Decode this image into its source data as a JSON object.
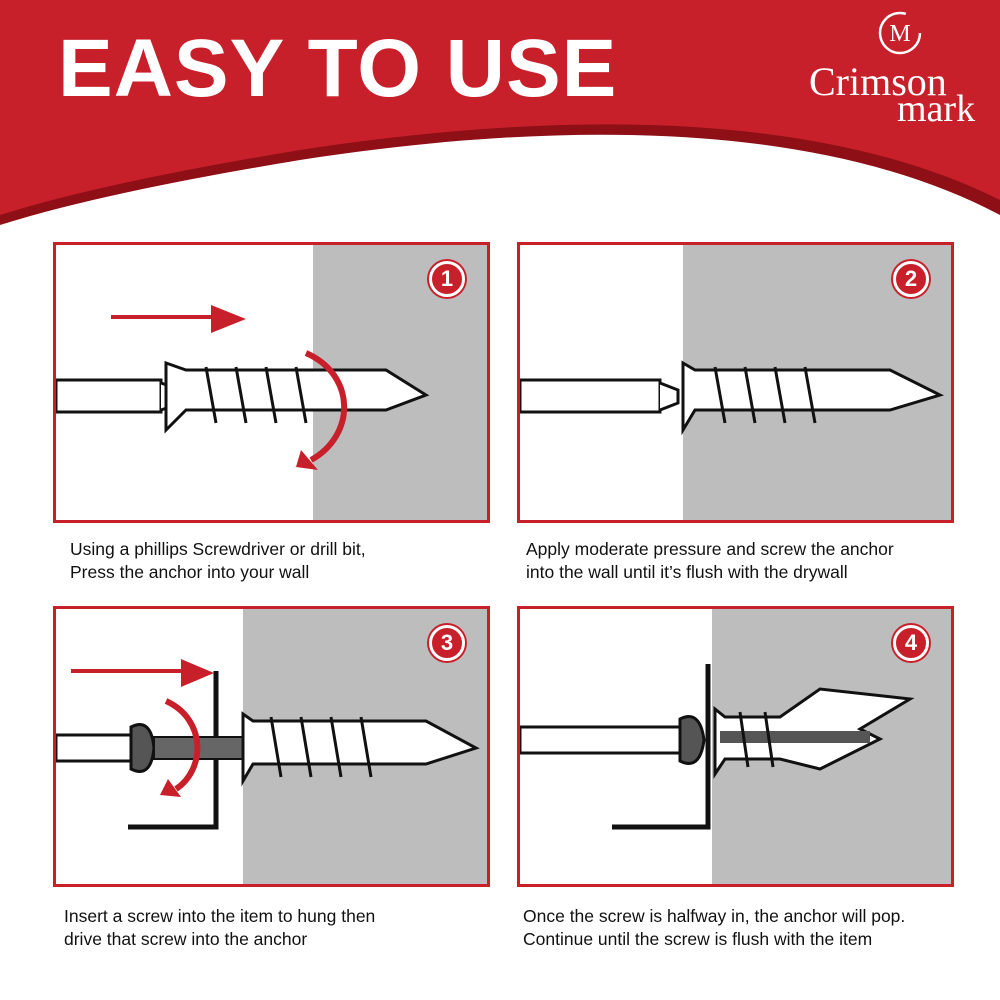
{
  "header": {
    "title": "EASY TO USE",
    "brand": {
      "monogram": "CM",
      "line1": "Crimson",
      "line2": "mark"
    }
  },
  "colors": {
    "accent": "#c8202b",
    "wall": "#bdbdbd"
  },
  "steps": [
    {
      "number": "1",
      "caption_line1": "Using a phillips Screwdriver or drill bit,",
      "caption_line2": "Press the anchor into your wall"
    },
    {
      "number": "2",
      "caption_line1": "Apply moderate pressure and screw the anchor",
      "caption_line2": "into the wall until it’s flush with the drywall"
    },
    {
      "number": "3",
      "caption_line1": "Insert a screw into the item to hung then",
      "caption_line2": "drive that screw into the anchor"
    },
    {
      "number": "4",
      "caption_line1": "Once the screw is halfway  in, the anchor will pop.",
      "caption_line2": "Continue until the screw is flush with the item"
    }
  ]
}
